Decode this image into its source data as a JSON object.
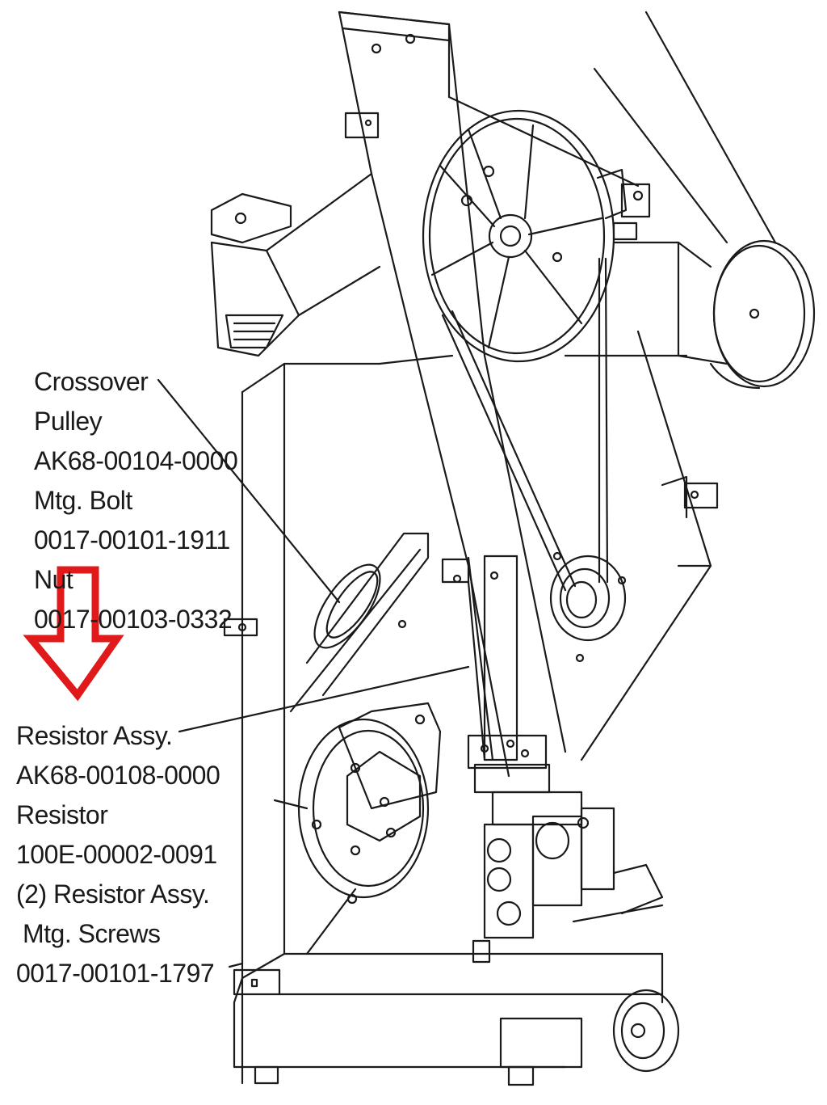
{
  "callouts": {
    "crossover": {
      "lines": [
        "Crossover",
        "Pulley",
        "AK68-00104-0000",
        "Mtg. Bolt",
        "0017-00101-1911",
        "Nut",
        "0017-00103-0332"
      ]
    },
    "resistor": {
      "lines": [
        "Resistor Assy.",
        "AK68-00108-0000",
        "Resistor",
        "100E-00002-0091",
        "(2) Resistor Assy.",
        "Mtg. Screws",
        "0017-00101-1797"
      ]
    }
  },
  "colors": {
    "line": "#1a1a1a",
    "arrow": "#e0191b",
    "background": "#ffffff"
  }
}
